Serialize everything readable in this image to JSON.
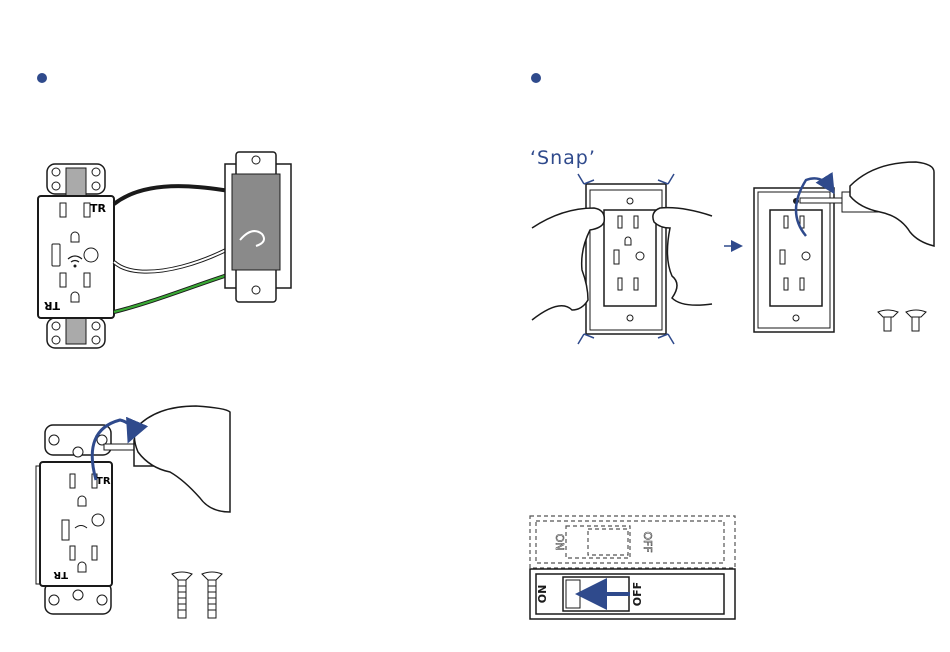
{
  "colors": {
    "accent": "#2f4a8c",
    "ink": "#1a1a1a",
    "ground_wire": "#3aaa35",
    "box_gray": "#8a8a8a",
    "plate_gray": "#d9d9d9"
  },
  "step_bullets": [
    "left-column-bullet",
    "right-column-bullet"
  ],
  "snap_label": "‘Snap’",
  "outlet_marks": {
    "tr_label": "TR"
  },
  "switch": {
    "on_label": "ON",
    "off_label": "OFF"
  }
}
